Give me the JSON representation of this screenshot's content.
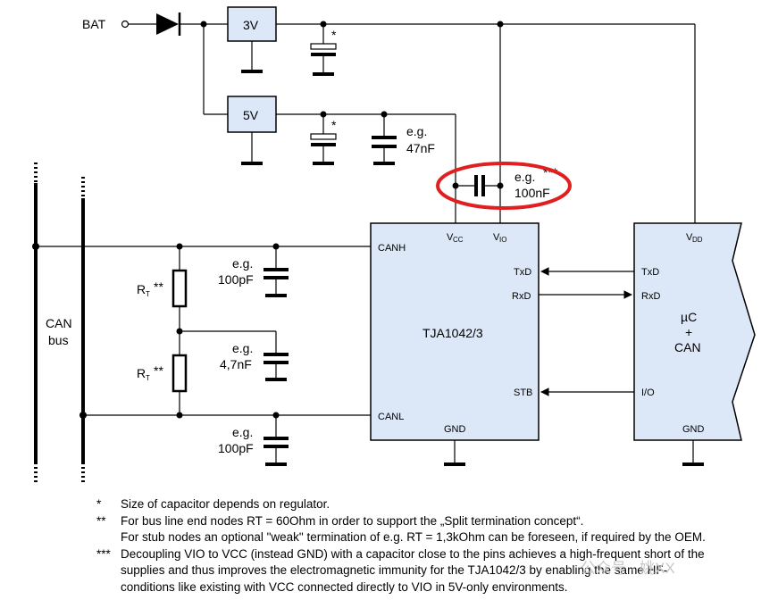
{
  "labels": {
    "bat": "BAT",
    "reg3v": "3V",
    "reg5v": "5V",
    "cap_star1": "*",
    "cap_star2": "*",
    "eg47_a": "e.g.",
    "eg47_b": "47nF",
    "eg100n_a": "e.g.",
    "eg100n_stars": "***",
    "eg100n_b": "100nF",
    "eg100p1_a": "e.g.",
    "eg100p1_b": "100pF",
    "eg47n_a": "e.g.",
    "eg47n_b": "4,7nF",
    "eg100p2_a": "e.g.",
    "eg100p2_b": "100pF",
    "rt1": "R",
    "rt1_sub": "T",
    "rt1_stars": "**",
    "rt2": "R",
    "rt2_sub": "T",
    "rt2_stars": "**",
    "can_bus_1": "CAN",
    "can_bus_2": "bus"
  },
  "transceiver": {
    "name": "TJA1042/3",
    "pins": {
      "canh": "CANH",
      "canl": "CANL",
      "vcc": "V",
      "vcc_sub": "CC",
      "vio": "V",
      "vio_sub": "IO",
      "txd": "TxD",
      "rxd": "RxD",
      "stb": "STB",
      "gnd": "GND"
    }
  },
  "mcu": {
    "name1": "µC",
    "name2": "+",
    "name3": "CAN",
    "pins": {
      "vdd": "V",
      "vdd_sub": "DD",
      "txd": "TxD",
      "rxd": "RxD",
      "io": "I/O",
      "gnd": "GND"
    }
  },
  "highlight_color": "#e02020",
  "block_fill": "#dce8f7",
  "notes": [
    {
      "mark": "*",
      "lines": [
        "Size of capacitor depends on regulator."
      ]
    },
    {
      "mark": "**",
      "lines": [
        "For bus line end nodes RT = 60Ohm in order to support the „Split termination concept“.",
        "For stub nodes an optional \"weak\" termination of e.g. RT = 1,3kOhm can be foreseen, if required by the OEM."
      ]
    },
    {
      "mark": "***",
      "lines": [
        "Decoupling VIO to VCC (instead GND) with a capacitor close to the pins achieves a high-frequent short of the",
        "supplies and thus improves the electromagnetic immunity for the TJA1042/3 by enabling the same HF-",
        "conditions like existing with VCC connected directly to VIO in 5V-only environments."
      ]
    }
  ],
  "watermark": "公众号 · 姚XX"
}
